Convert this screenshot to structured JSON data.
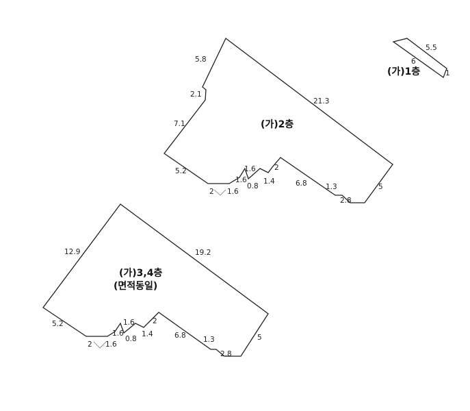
{
  "floors": {
    "first": "(가)1층",
    "second": "(가)2층",
    "third_fourth": "(가)3,4층",
    "third_fourth_note": "(면적동일)"
  },
  "dims_first": [
    "5.5",
    "6",
    "1"
  ],
  "dims_second": [
    "5.8",
    "2.1",
    "7.1",
    "5.2",
    "21.3",
    "5",
    "2.8",
    "1.3",
    "6.8",
    "2",
    "1.4",
    "0.8",
    "1.6",
    "1.6",
    "1.6",
    "2"
  ],
  "dims_third": [
    "12.9",
    "19.2",
    "5.2",
    "5",
    "2.8",
    "1.3",
    "6.8",
    "2",
    "1.4",
    "0.8",
    "1.6",
    "1.6",
    "1.6",
    "2"
  ],
  "colors": {
    "line": "#222222",
    "text": "#111111"
  }
}
